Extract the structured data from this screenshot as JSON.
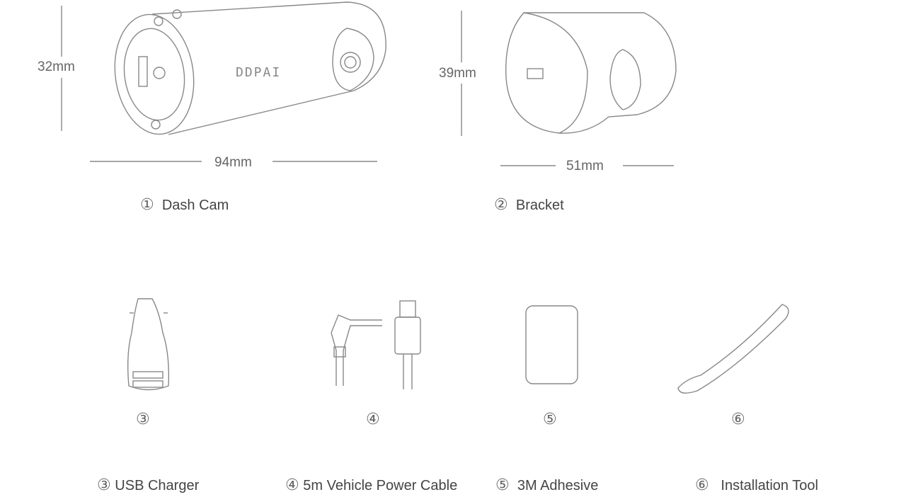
{
  "dash_cam": {
    "height": "32mm",
    "length": "94mm",
    "label": "Dash Cam",
    "number": "①",
    "brand_logo": "DDPAI"
  },
  "bracket": {
    "height": "39mm",
    "width": "51mm",
    "label": "Bracket",
    "number": "②"
  },
  "items": [
    {
      "number": "③",
      "label": "USB Charger"
    },
    {
      "number": "④",
      "label": "5m Vehicle Power Cable"
    },
    {
      "number": "⑤",
      "label": "3M Adhesive"
    },
    {
      "number": "⑥",
      "label": "Installation Tool"
    }
  ]
}
